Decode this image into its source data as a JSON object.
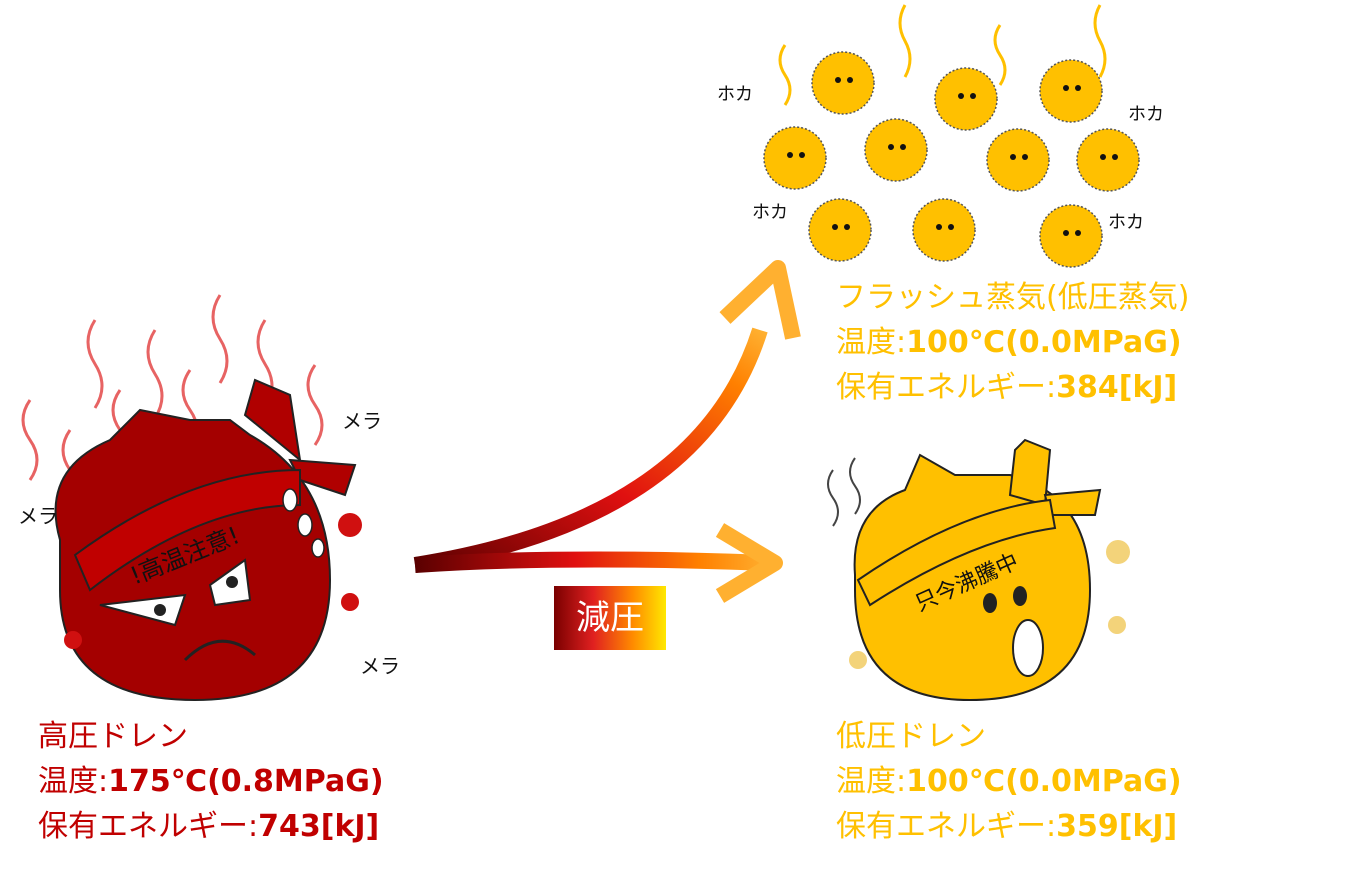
{
  "high_pressure": {
    "name": "高圧ドレン",
    "temp_label": "温度:",
    "temp_value": "175℃",
    "pressure": "(0.8MPaG)",
    "energy_label": "保有エネルギー:",
    "energy_value": "743",
    "energy_unit": "[kJ]",
    "headband": "!高温注意!",
    "sfx": "メラ",
    "color": "#c00000"
  },
  "flash_steam": {
    "name": "フラッシュ蒸気(低圧蒸気)",
    "temp_label": "温度:",
    "temp_value": "100℃",
    "pressure": "(0.0MPaG)",
    "energy_label": "保有エネルギー:",
    "energy_value": "384",
    "energy_unit": "[kJ]",
    "sfx": "ホカ",
    "color": "#ffc000"
  },
  "low_pressure": {
    "name": "低圧ドレン",
    "temp_label": "温度:",
    "temp_value": "100℃",
    "pressure": "(0.0MPaG)",
    "energy_label": "保有エネルギー:",
    "energy_value": "359",
    "energy_unit": "[kJ]",
    "headband": "只今沸騰中",
    "color": "#ffc000"
  },
  "process": {
    "label": "減圧"
  }
}
